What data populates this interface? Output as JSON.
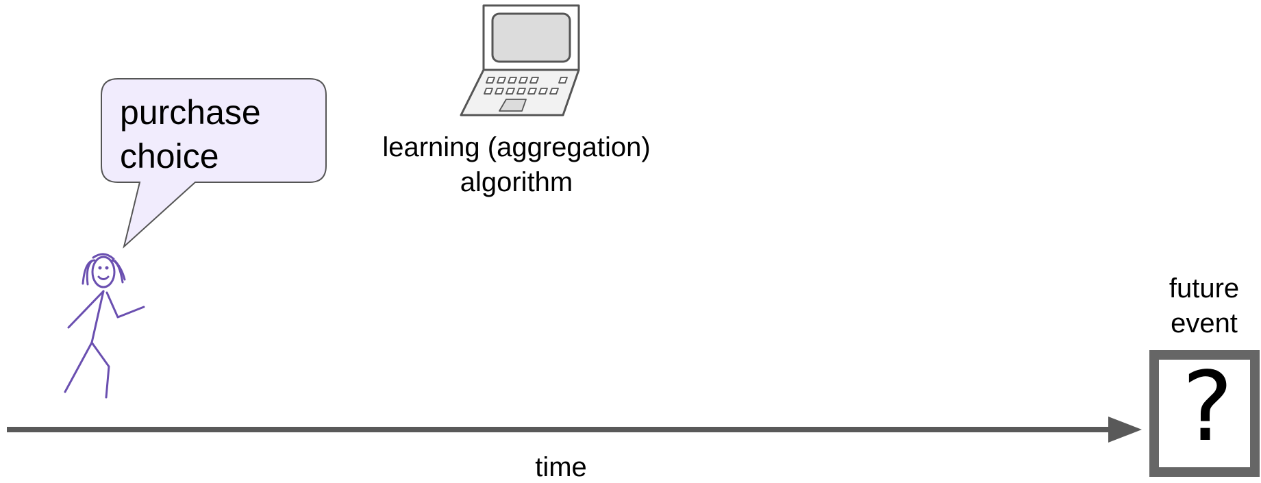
{
  "speech_bubble": {
    "line1": "purchase",
    "line2": "choice"
  },
  "computer": {
    "label_line1": "learning (aggregation)",
    "label_line2": "algorithm"
  },
  "future_event": {
    "label_line1": "future",
    "label_line2": "event",
    "symbol": "?"
  },
  "timeline": {
    "label": "time"
  },
  "colors": {
    "bubble_fill": "#f1ecfd",
    "figure": "#6a4fb0",
    "arrow": "#595959",
    "box_border": "#666666",
    "laptop_fill": "#dcdcdc"
  },
  "icons": {
    "person": "stick-figure-icon",
    "computer": "laptop-icon"
  }
}
